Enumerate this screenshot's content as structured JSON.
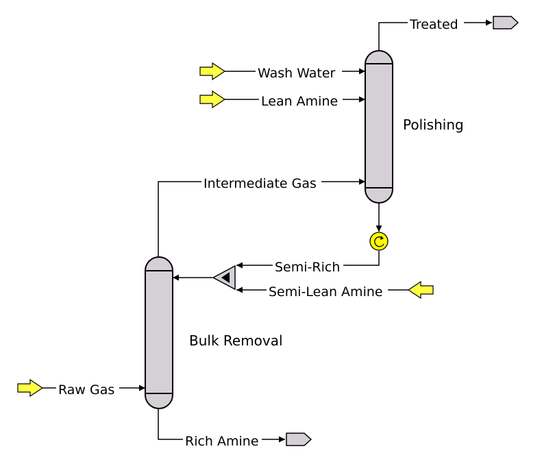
{
  "units": {
    "polishing": "Polishing",
    "bulk_removal": "Bulk Removal"
  },
  "streams": {
    "treated": "Treated",
    "wash_water": "Wash Water",
    "lean_amine": "Lean Amine",
    "intermediate_gas": "Intermediate Gas",
    "semi_rich": "Semi-Rich",
    "semi_lean_amine": "Semi-Lean Amine",
    "raw_gas": "Raw Gas",
    "rich_amine": "Rich Amine"
  },
  "colors": {
    "feed_fill": "#ffff44",
    "vessel_fill": "#d4d0d6",
    "recycle_fill": "#ffff00"
  },
  "icons": {
    "feed": "feed-arrow-icon",
    "product": "product-stream-icon",
    "recycle": "recycle-icon",
    "mixer": "mixer-icon"
  }
}
